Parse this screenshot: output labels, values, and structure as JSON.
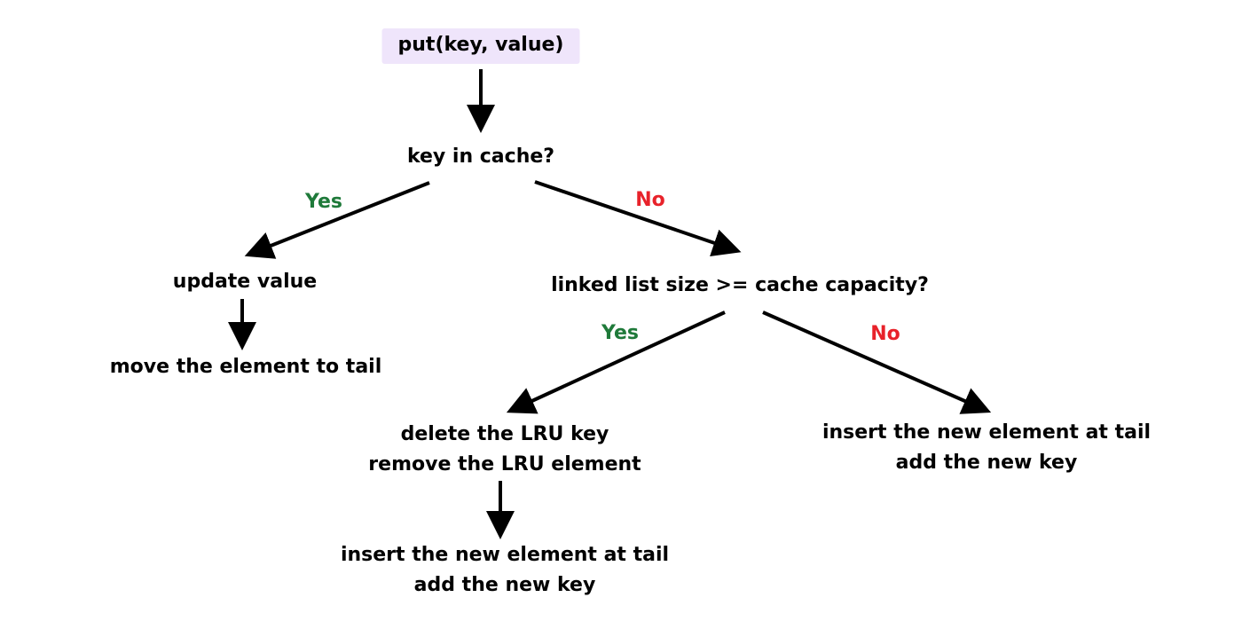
{
  "nodes": {
    "start": "put(key, value)",
    "decision_key": "key in cache?",
    "update_value": "update value",
    "move_to_tail": "move the element to tail",
    "decision_size": "linked list size >= cache capacity?",
    "delete_lru": {
      "line1": "delete the LRU key",
      "line2": "remove the LRU element"
    },
    "insert_after_delete": {
      "line1": "insert the new element at tail",
      "line2": "add the new key"
    },
    "insert_direct": {
      "line1": "insert the new element at tail",
      "line2": "add the new key"
    }
  },
  "labels": {
    "yes": "Yes",
    "no": "No"
  },
  "colors": {
    "start_fill": "#efe5fb",
    "yes": "#1f7a3a",
    "no": "#e8222a",
    "arrow": "#000000"
  }
}
